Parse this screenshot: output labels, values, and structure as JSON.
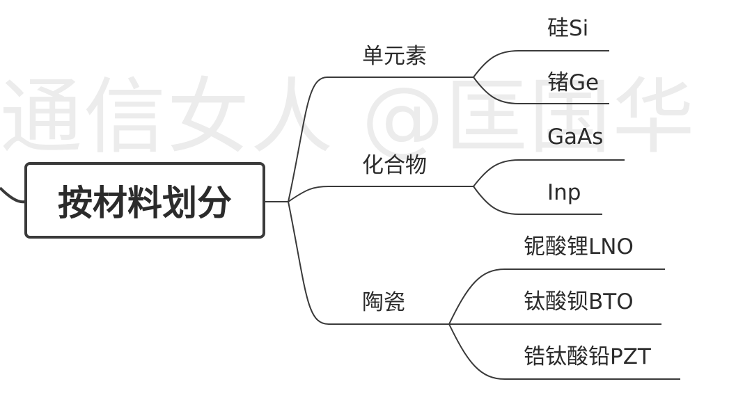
{
  "watermark": "通信女人 @匡国华",
  "root": {
    "label": "按材料划分"
  },
  "branches": [
    {
      "label": "单元素",
      "leaves": [
        "硅Si",
        "锗Ge"
      ]
    },
    {
      "label": "化合物",
      "leaves": [
        "GaAs",
        "Inp"
      ]
    },
    {
      "label": "陶瓷",
      "leaves": [
        "铌酸锂LNO",
        "钛酸钡BTO",
        "锆钛酸铅PZT"
      ]
    }
  ],
  "colors": {
    "line": "#3a3a3a",
    "text": "#2b2b2b",
    "watermark": "#ececec",
    "background": "#ffffff"
  }
}
